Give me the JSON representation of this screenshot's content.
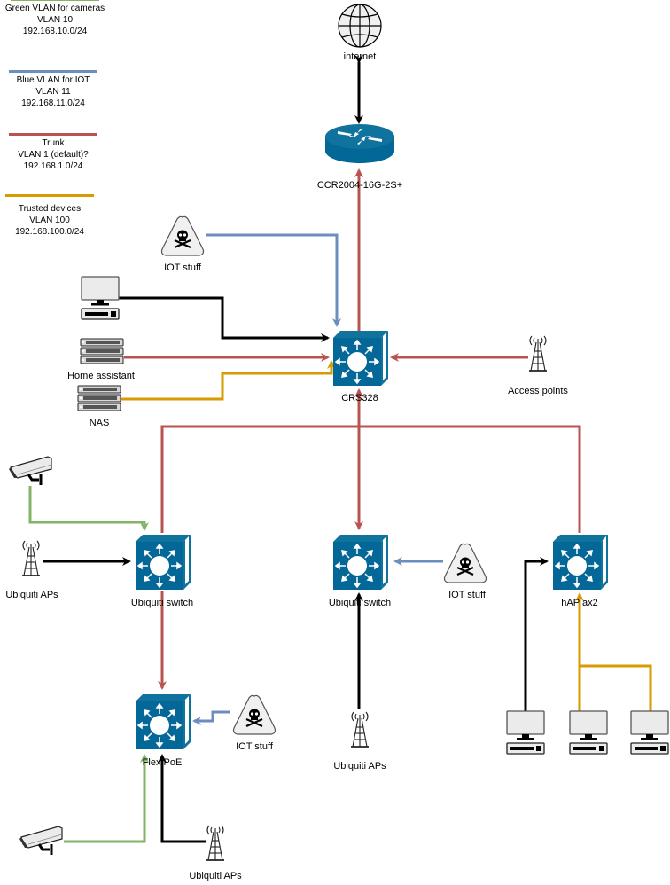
{
  "diagram": {
    "title": "Home network VLAN diagram"
  },
  "colors": {
    "green_vlan": "#82b366",
    "blue_vlan": "#6c8ebf",
    "trunk": "#b85450",
    "trusted": "#d79b00",
    "untagged": "#000000",
    "switch_fill": "#036897",
    "switch_side": "#10739e"
  },
  "legend": [
    {
      "id": "green",
      "line1": "Green VLAN for cameras",
      "line2": "VLAN 10",
      "line3": "192.168.10.0/24",
      "color": "#82b366"
    },
    {
      "id": "blue",
      "line1": "Blue VLAN for IOT",
      "line2": "VLAN 11",
      "line3": "192.168.11.0/24",
      "color": "#6c8ebf"
    },
    {
      "id": "trunk",
      "line1": "Trunk",
      "line2": "VLAN 1 (default)?",
      "line3": "192.168.1.0/24",
      "color": "#b85450"
    },
    {
      "id": "trusted",
      "line1": "Trusted devices",
      "line2": "VLAN 100",
      "line3": "192.168.100.0/24",
      "color": "#d79b00"
    }
  ],
  "nodes": {
    "internet": {
      "label": "internet",
      "icon": "globe-icon"
    },
    "router": {
      "label": "CCR2004-16G-2S+",
      "icon": "router-icon"
    },
    "core_switch": {
      "label": "CRS328",
      "icon": "switch-icon"
    },
    "iot_top": {
      "label": "IOT stuff",
      "icon": "hazard-icon"
    },
    "pc_top": {
      "label": "",
      "icon": "pc-icon"
    },
    "home_assistant": {
      "label": "Home assistant",
      "icon": "server-icon"
    },
    "nas": {
      "label": "NAS",
      "icon": "server-icon"
    },
    "access_points": {
      "label": "Access points",
      "icon": "antenna-icon"
    },
    "camera_left": {
      "label": "",
      "icon": "camera-icon"
    },
    "ubiquiti_aps_left": {
      "label": "Ubiquiti APs",
      "icon": "antenna-icon"
    },
    "ubiquiti_switch_left": {
      "label": "Ubiquiti switch",
      "icon": "switch-icon"
    },
    "ubiquiti_switch_mid": {
      "label": "Ubiquiti switch",
      "icon": "switch-icon"
    },
    "iot_mid": {
      "label": "IOT stuff",
      "icon": "hazard-icon"
    },
    "hap_ax2": {
      "label": "hAP ax2",
      "icon": "switch-icon"
    },
    "flex_poe": {
      "label": "Flex PoE",
      "icon": "switch-icon"
    },
    "iot_bottom": {
      "label": "IOT stuff",
      "icon": "hazard-icon"
    },
    "ubiquiti_aps_mid": {
      "label": "Ubiquiti APs",
      "icon": "antenna-icon"
    },
    "camera_bottom": {
      "label": "",
      "icon": "camera-icon"
    },
    "ubiquiti_aps_bottom": {
      "label": "Ubiquiti APs",
      "icon": "antenna-icon"
    },
    "pc_hap_1": {
      "label": "",
      "icon": "pc-icon"
    },
    "pc_hap_2": {
      "label": "",
      "icon": "pc-icon"
    },
    "pc_hap_3": {
      "label": "",
      "icon": "pc-icon"
    }
  },
  "links": [
    {
      "from": "internet",
      "to": "router",
      "vlan": "untagged",
      "bidirectional": true
    },
    {
      "from": "core_switch",
      "to": "router",
      "vlan": "trunk"
    },
    {
      "from": "iot_top",
      "to": "core_switch",
      "vlan": "blue_vlan"
    },
    {
      "from": "pc_top",
      "to": "core_switch",
      "vlan": "untagged"
    },
    {
      "from": "home_assistant",
      "to": "core_switch",
      "vlan": "trunk"
    },
    {
      "from": "nas",
      "to": "core_switch",
      "vlan": "trusted"
    },
    {
      "from": "access_points",
      "to": "core_switch",
      "vlan": "trunk"
    },
    {
      "from": "ubiquiti_switch_left",
      "to": "core_switch",
      "vlan": "trunk"
    },
    {
      "from": "core_switch",
      "to": "ubiquiti_switch_mid",
      "vlan": "trunk",
      "bidirectional": true
    },
    {
      "from": "hap_ax2",
      "to": "core_switch",
      "vlan": "trunk"
    },
    {
      "from": "camera_left",
      "to": "ubiquiti_switch_left",
      "vlan": "green_vlan"
    },
    {
      "from": "ubiquiti_aps_left",
      "to": "ubiquiti_switch_left",
      "vlan": "untagged"
    },
    {
      "from": "ubiquiti_switch_left",
      "to": "flex_poe",
      "vlan": "trunk"
    },
    {
      "from": "iot_mid",
      "to": "ubiquiti_switch_mid",
      "vlan": "blue_vlan"
    },
    {
      "from": "ubiquiti_aps_mid",
      "to": "ubiquiti_switch_mid",
      "vlan": "untagged"
    },
    {
      "from": "pc_hap_1",
      "to": "hap_ax2",
      "vlan": "untagged"
    },
    {
      "from": "pc_hap_2",
      "to": "hap_ax2",
      "vlan": "trusted"
    },
    {
      "from": "pc_hap_3",
      "to": "hap_ax2",
      "vlan": "trusted"
    },
    {
      "from": "iot_bottom",
      "to": "flex_poe",
      "vlan": "blue_vlan"
    },
    {
      "from": "camera_bottom",
      "to": "flex_poe",
      "vlan": "green_vlan"
    },
    {
      "from": "ubiquiti_aps_bottom",
      "to": "flex_poe",
      "vlan": "untagged"
    }
  ]
}
